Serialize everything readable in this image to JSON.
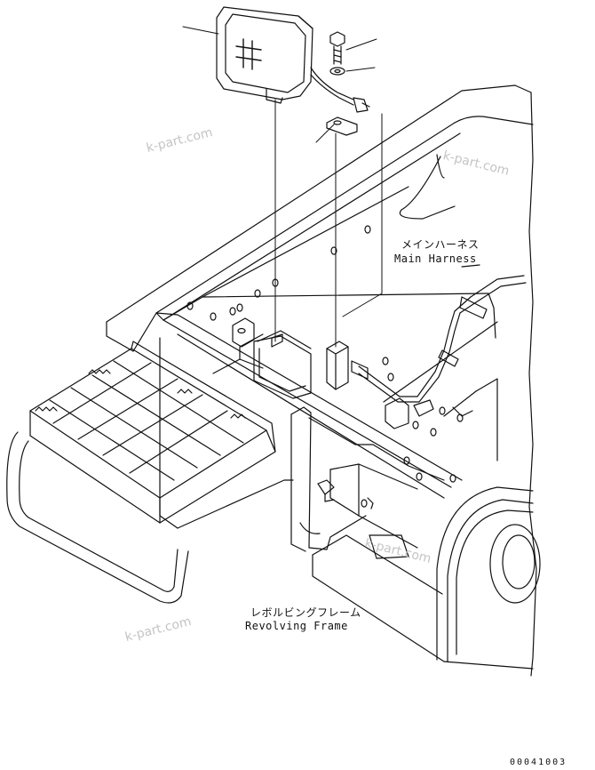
{
  "labels": {
    "main_harness_jp": "メインハーネス",
    "main_harness_en": "Main Harness",
    "revolving_frame_jp": "レボルビングフレーム",
    "revolving_frame_en": "Revolving Frame"
  },
  "watermark": "k-part.com",
  "figure_code": "00041003",
  "colors": {
    "line": "#111111",
    "watermark": "#c4c4c4",
    "background": "#ffffff"
  }
}
